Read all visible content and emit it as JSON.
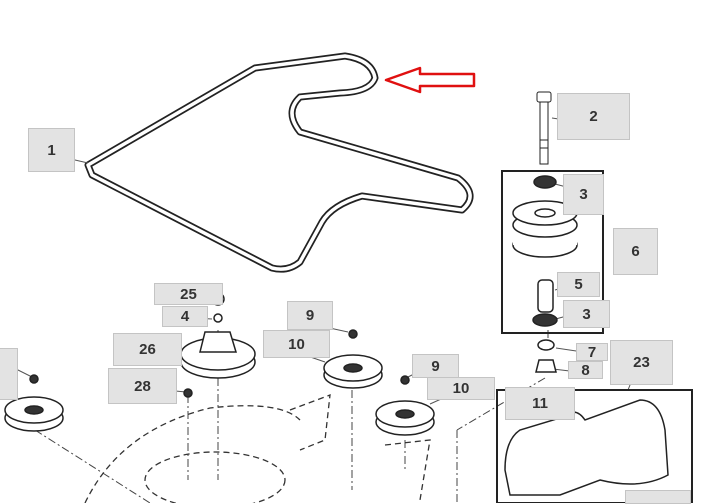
{
  "diagram": {
    "title": "Mower deck belt and pulleys parts diagram",
    "highlight_color": "#e01010",
    "callouts": [
      {
        "label": "1"
      },
      {
        "label": "2"
      },
      {
        "label": "3"
      },
      {
        "label": "6"
      },
      {
        "label": "5"
      },
      {
        "label": "3"
      },
      {
        "label": "7"
      },
      {
        "label": "23"
      },
      {
        "label": "8"
      },
      {
        "label": "9"
      },
      {
        "label": "10"
      },
      {
        "label": "25"
      },
      {
        "label": "4"
      },
      {
        "label": "26"
      },
      {
        "label": "28"
      },
      {
        "label": "9"
      },
      {
        "label": "10"
      },
      {
        "label": "11"
      }
    ]
  }
}
